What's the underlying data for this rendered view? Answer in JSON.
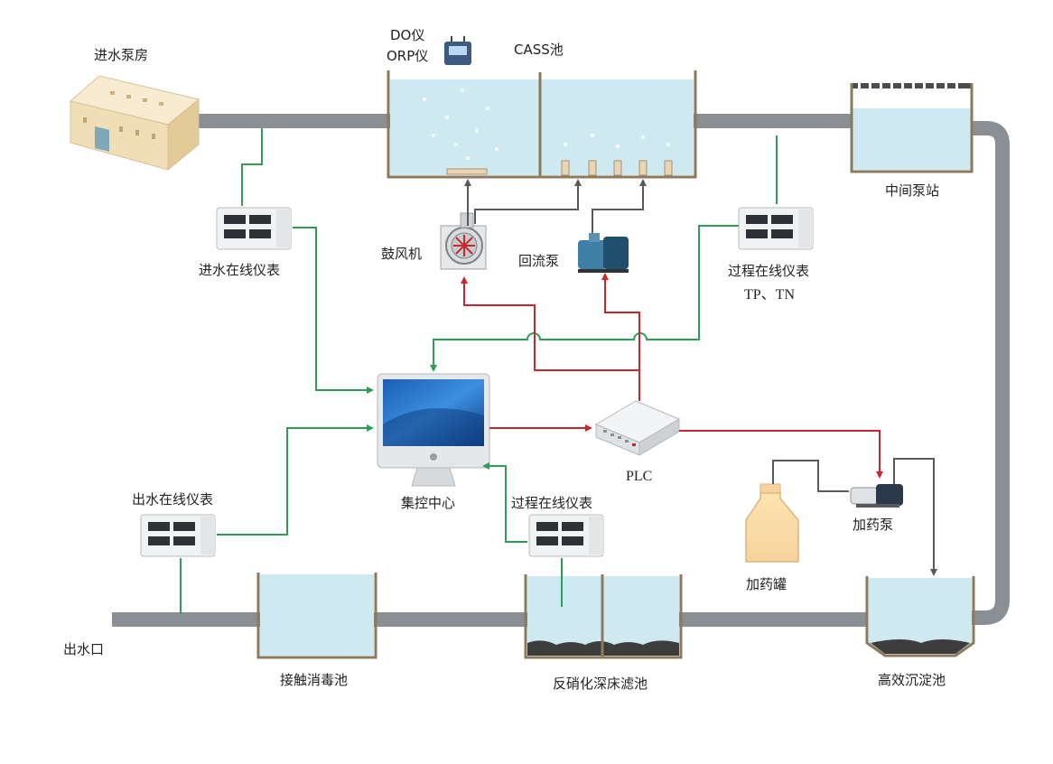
{
  "labels": {
    "inlet_pump_house": "进水泵房",
    "do_meter": "DO仪",
    "orp_meter": "ORP仪",
    "cass_tank": "CASS池",
    "intermediate_pump_station": "中间泵站",
    "inlet_online_meter": "进水在线仪表",
    "blower": "鼓风机",
    "return_pump": "回流泵",
    "process_online_meter_top": "过程在线仪表",
    "tp_tn": "TP、TN",
    "control_center": "集控中心",
    "plc": "PLC",
    "outlet_online_meter": "出水在线仪表",
    "process_online_meter_bottom": "过程在线仪表",
    "dosing_pump": "加药泵",
    "dosing_tank": "加药罐",
    "outlet": "出水口",
    "contact_disinfection_tank": "接触消毒池",
    "denitrification_filter": "反硝化深床滤池",
    "high_efficiency_sedimentation": "高效沉淀池"
  },
  "colors": {
    "pipe": "#8a8f93",
    "water": "#cfe9f0",
    "signal_green": "#2e9e55",
    "control_red": "#c8282d",
    "dark_line": "#555a5e",
    "building": "#f1e2be"
  }
}
